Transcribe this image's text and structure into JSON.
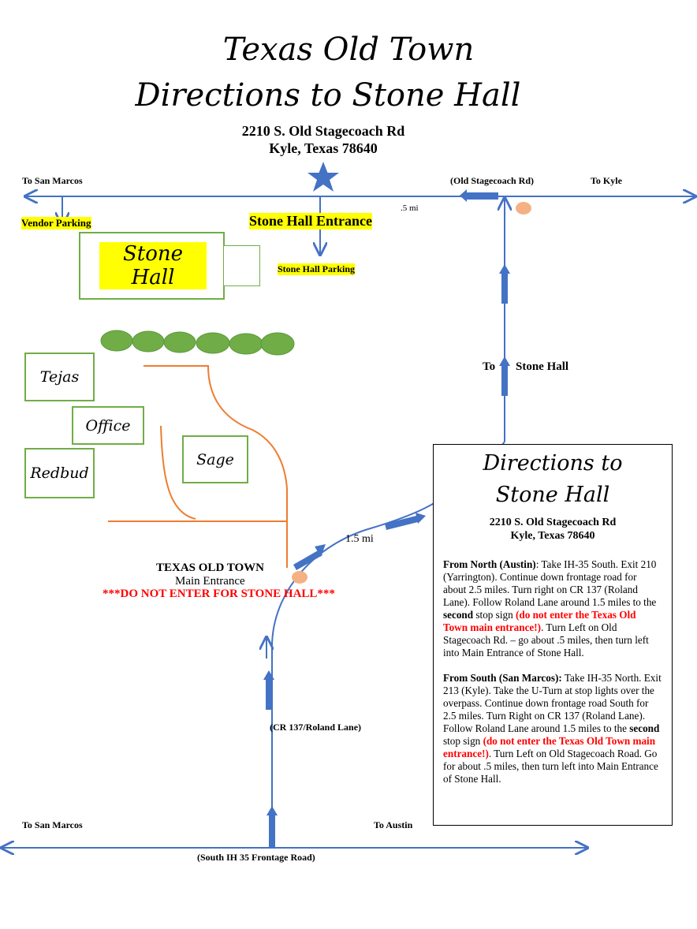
{
  "header": {
    "title_line1": "Texas Old Town",
    "title_line2": "Directions to Stone Hall",
    "address_line1": "2210 S. Old Stagecoach Rd",
    "address_line2": "Kyle, Texas 78640"
  },
  "roads": {
    "top_left_dest": "To San Marcos",
    "top_road_name": "(Old Stagecoach Rd)",
    "top_right_dest": "To Kyle",
    "distance_top": ".5 mi",
    "curve_distance": "1.5 mi",
    "to_stone_hall_prefix": "To",
    "to_stone_hall": "Stone Hall",
    "cr137": "(CR 137/Roland Lane)",
    "bottom_left_dest": "To San Marcos",
    "bottom_right_dest": "To Austin",
    "bottom_road_name": "(South IH 35 Frontage Road)"
  },
  "labels": {
    "vendor_parking": "Vendor Parking",
    "stone_hall_entrance": "Stone Hall Entrance",
    "stone_hall_parking": "Stone Hall Parking"
  },
  "buildings": {
    "stone_hall": "Stone Hall",
    "tejas": "Tejas",
    "office": "Office",
    "redbud": "Redbud",
    "sage": "Sage"
  },
  "main_entrance": {
    "name": "TEXAS OLD TOWN",
    "sub": "Main Entrance",
    "warning": "***DO NOT ENTER FOR STONE HALL***"
  },
  "directions_box": {
    "title_line1": "Directions to",
    "title_line2": "Stone Hall",
    "address_line1": "2210 S. Old Stagecoach Rd",
    "address_line2": "Kyle, Texas 78640",
    "north": {
      "heading": "From North (Austin)",
      "text1": ": Take IH-35 South. Exit 210 (Yarrington). Continue down frontage road for about 2.5 miles. Turn right on CR 137 (Roland Lane). Follow Roland Lane around 1.5 miles to the ",
      "bold_word": "second",
      "text2": " stop sign ",
      "warning": "(do not enter the Texas Old Town main entrance!)",
      "text3": ". Turn Left on Old Stagecoach Rd. – go about .5 miles, then turn left into Main Entrance of Stone Hall."
    },
    "south": {
      "heading": "From South (San Marcos):",
      "text1": " Take IH-35 North. Exit 213 (Kyle). Take the U-Turn at stop lights over the overpass. Continue down frontage road South for 2.5 miles. Turn Right on CR 137 (Roland Lane). Follow Roland Lane around 1.5 miles to the ",
      "bold_word": "second",
      "text2": " stop sign ",
      "warning": "(do not enter the Texas Old Town main entrance!)",
      "text3": ".  Turn Left on Old Stagecoach Road. Go for about .5 miles, then turn left into Main Entrance of Stone Hall."
    }
  },
  "colors": {
    "road": "#4472c4",
    "path": "#ed7d31",
    "building_border": "#70ad47",
    "trees": "#70ad47",
    "highlight": "#ffff00",
    "warning": "#ff0000",
    "stop_sign": "#f4b183"
  },
  "icons": [
    "star-icon",
    "stop-sign-icon",
    "direction-arrow-icon",
    "tree-icon"
  ]
}
